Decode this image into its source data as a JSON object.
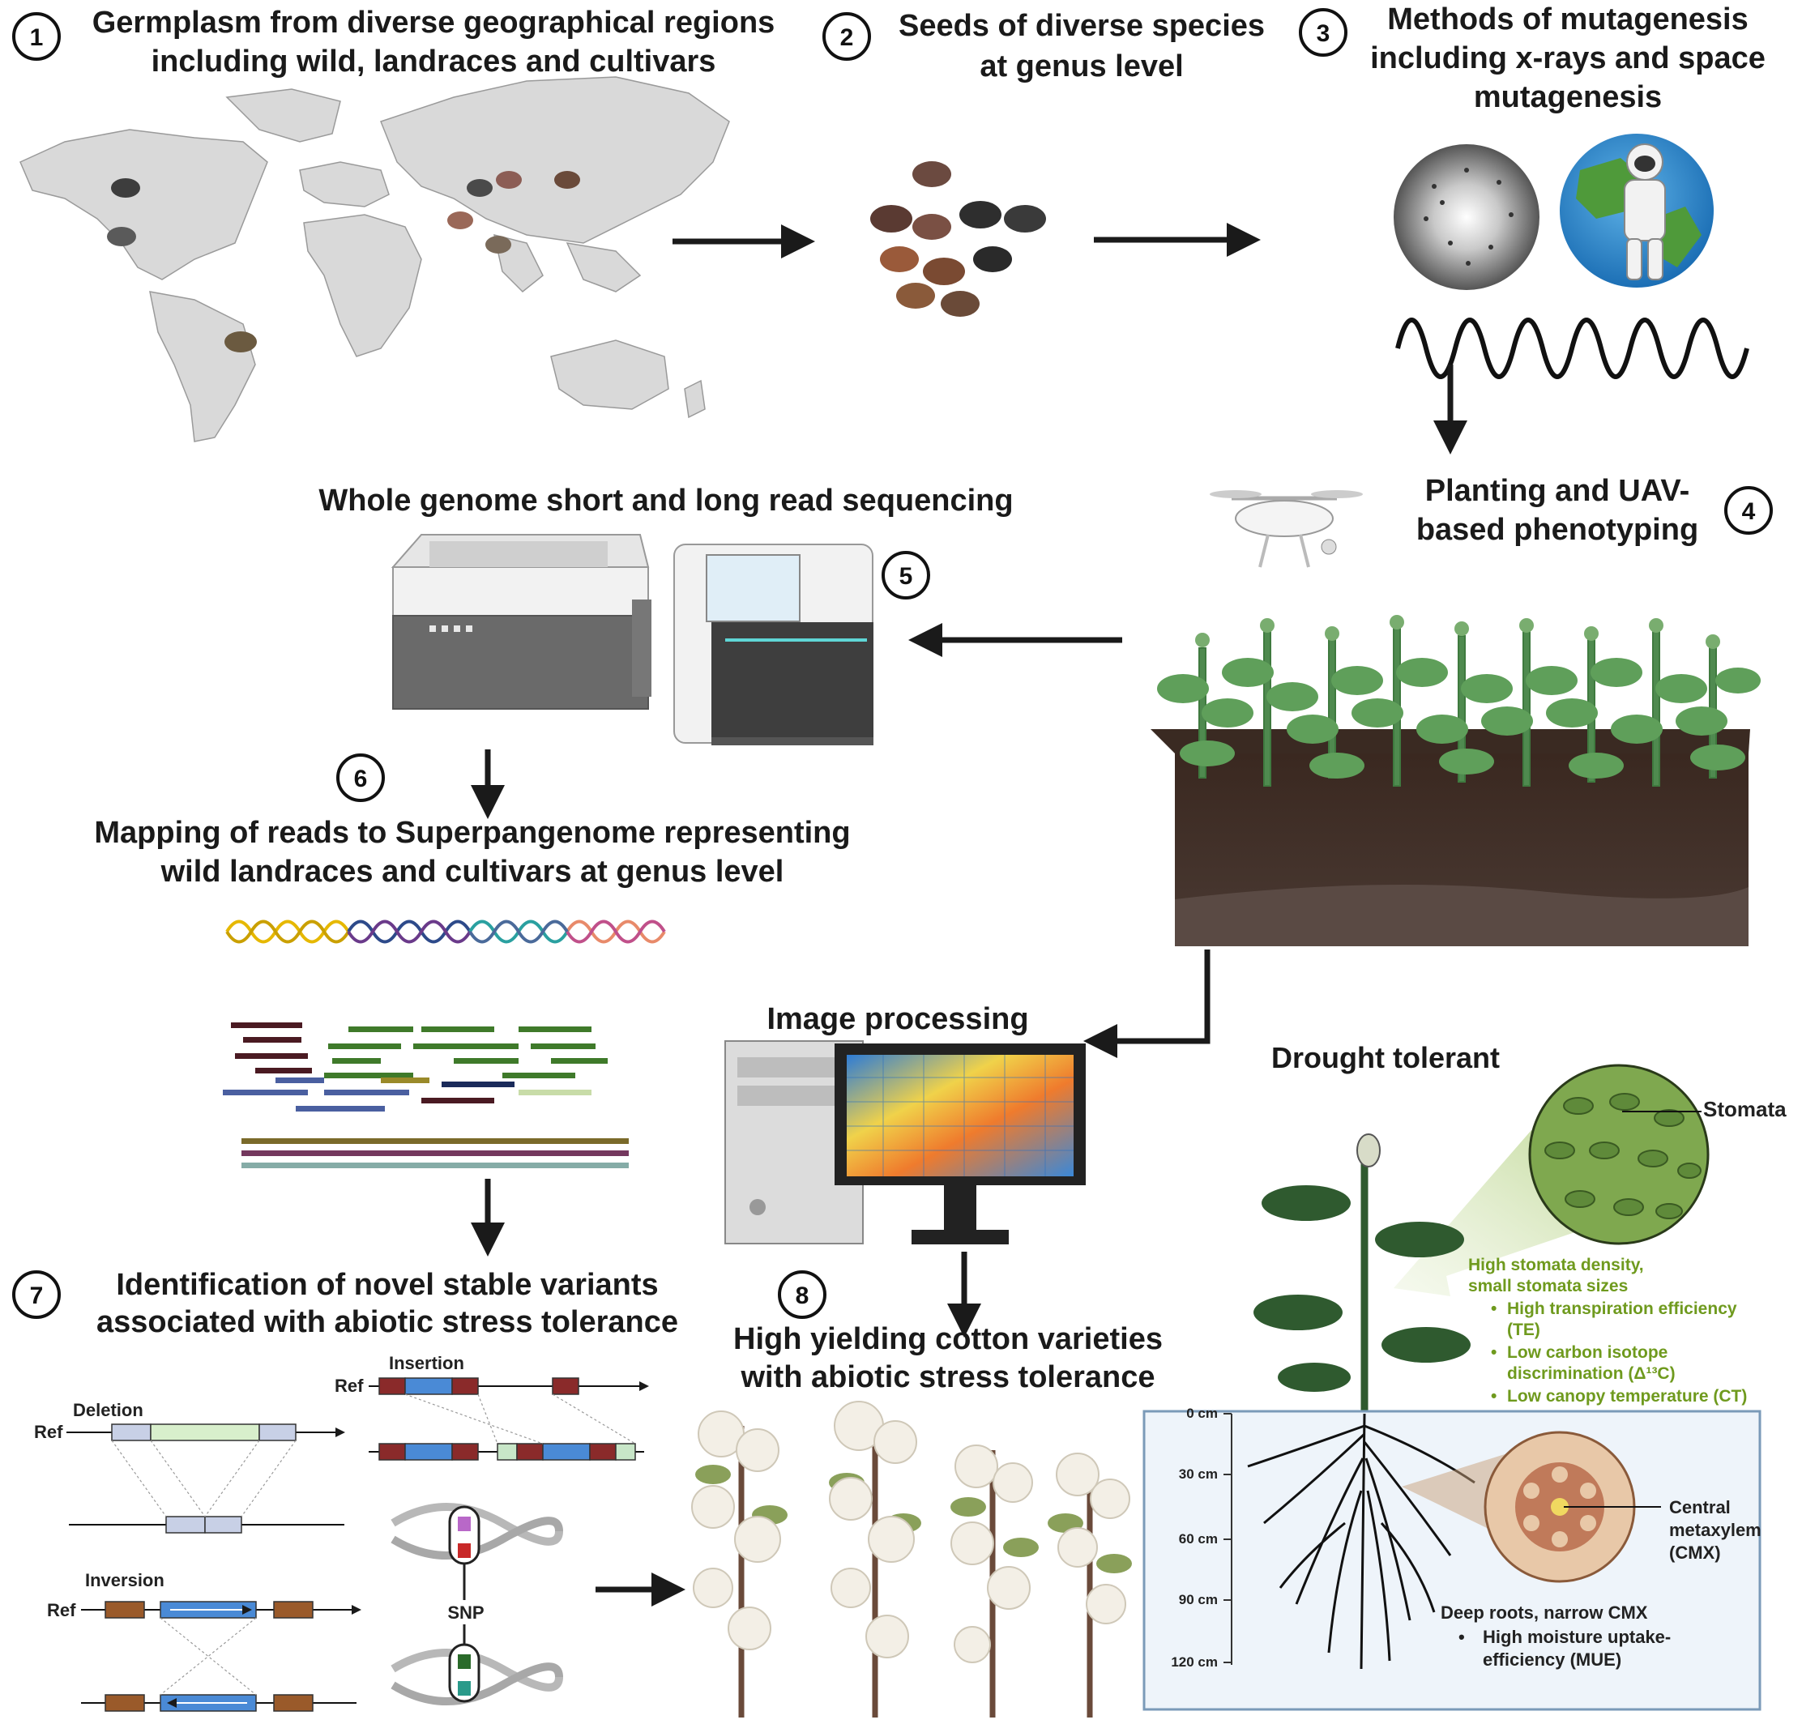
{
  "steps": {
    "s1": {
      "num": "1",
      "line1": "Germplasm from diverse geographical regions",
      "line2": "including wild, landraces and cultivars"
    },
    "s2": {
      "num": "2",
      "line1": "Seeds of diverse species",
      "line2": "at genus level"
    },
    "s3": {
      "num": "3",
      "line1": "Methods of mutagenesis",
      "line2": "including x-rays and space",
      "line3": "mutagenesis"
    },
    "s4": {
      "num": "4",
      "line1": "Planting and  UAV-",
      "line2": "based phenotyping"
    },
    "s5": {
      "num": "5",
      "title": "Whole genome short and long read sequencing"
    },
    "s6": {
      "num": "6",
      "line1": "Mapping of reads to Superpangenome representing",
      "line2": "wild landraces and cultivars at genus level"
    },
    "s7": {
      "num": "7",
      "line1": "Identification of novel stable variants",
      "line2": "associated with abiotic stress tolerance"
    },
    "s8": {
      "num": "8",
      "line1": "High yielding cotton varieties",
      "line2": "with abiotic stress tolerance"
    }
  },
  "image_processing": "Image processing",
  "variants": {
    "deletion": "Deletion",
    "insertion": "Insertion",
    "inversion": "Inversion",
    "snp": "SNP",
    "ref": "Ref"
  },
  "drought": {
    "title": "Drought tolerant",
    "stomata": "Stomata",
    "stomata_line1": "High stomata density,",
    "stomata_line2": "small stomata sizes",
    "b1": "High transpiration efficiency",
    "b1b": "(TE)",
    "b2": "Low carbon isotope",
    "b2b": "discrimination (Δ¹³C)",
    "b3": "Low canopy temperature (CT)",
    "depths": [
      "0 cm",
      "30 cm",
      "60 cm",
      "90 cm",
      "120 cm"
    ],
    "cmx1": "Central",
    "cmx2": "metaxylem",
    "cmx3": "(CMX)",
    "roots_line": "Deep roots, narrow CMX",
    "roots_b1": "High moisture uptake-",
    "roots_b2": "efficiency (MUE)"
  },
  "colors": {
    "accent_green": "#6f9a1e",
    "plant_green": "#4f8a4f",
    "soil": "#3b2a22"
  }
}
